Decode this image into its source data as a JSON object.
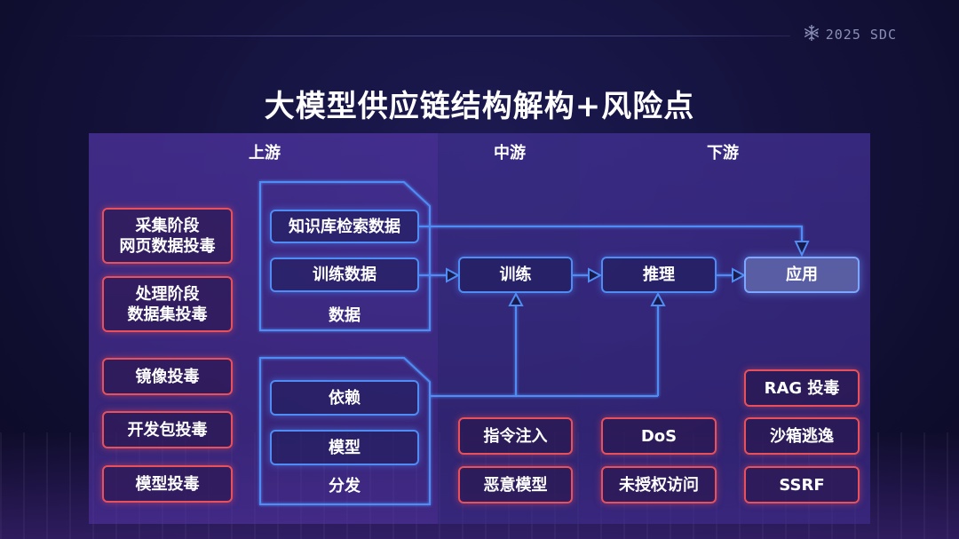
{
  "brand": {
    "text": "2025 SDC",
    "icon": "snowflake-icon"
  },
  "title": "大模型供应链结构解构+风险点",
  "columns": {
    "upstream": "上游",
    "midstream": "中游",
    "downstream": "下游"
  },
  "upstream_risks": [
    {
      "line1": "采集阶段",
      "line2": "网页数据投毒"
    },
    {
      "line1": "处理阶段",
      "line2": "数据集投毒"
    },
    {
      "line1": "镜像投毒",
      "line2": ""
    },
    {
      "line1": "开发包投毒",
      "line2": ""
    },
    {
      "line1": "模型投毒",
      "line2": ""
    }
  ],
  "data_group": {
    "items": [
      "知识库检索数据",
      "训练数据"
    ],
    "label": "数据"
  },
  "dep_group": {
    "items": [
      "依赖",
      "模型"
    ],
    "label": "分发"
  },
  "pipeline": {
    "train": "训练",
    "infer": "推理",
    "app": "应用"
  },
  "mid_risks": [
    "指令注入",
    "恶意模型"
  ],
  "infer_risks": [
    "DoS",
    "未授权访问"
  ],
  "app_risks": [
    "RAG 投毒",
    "沙箱逃逸",
    "SSRF"
  ],
  "colors": {
    "blue_line": "#4f8df5",
    "risk_border": "#e8505b",
    "background": "#131138"
  }
}
